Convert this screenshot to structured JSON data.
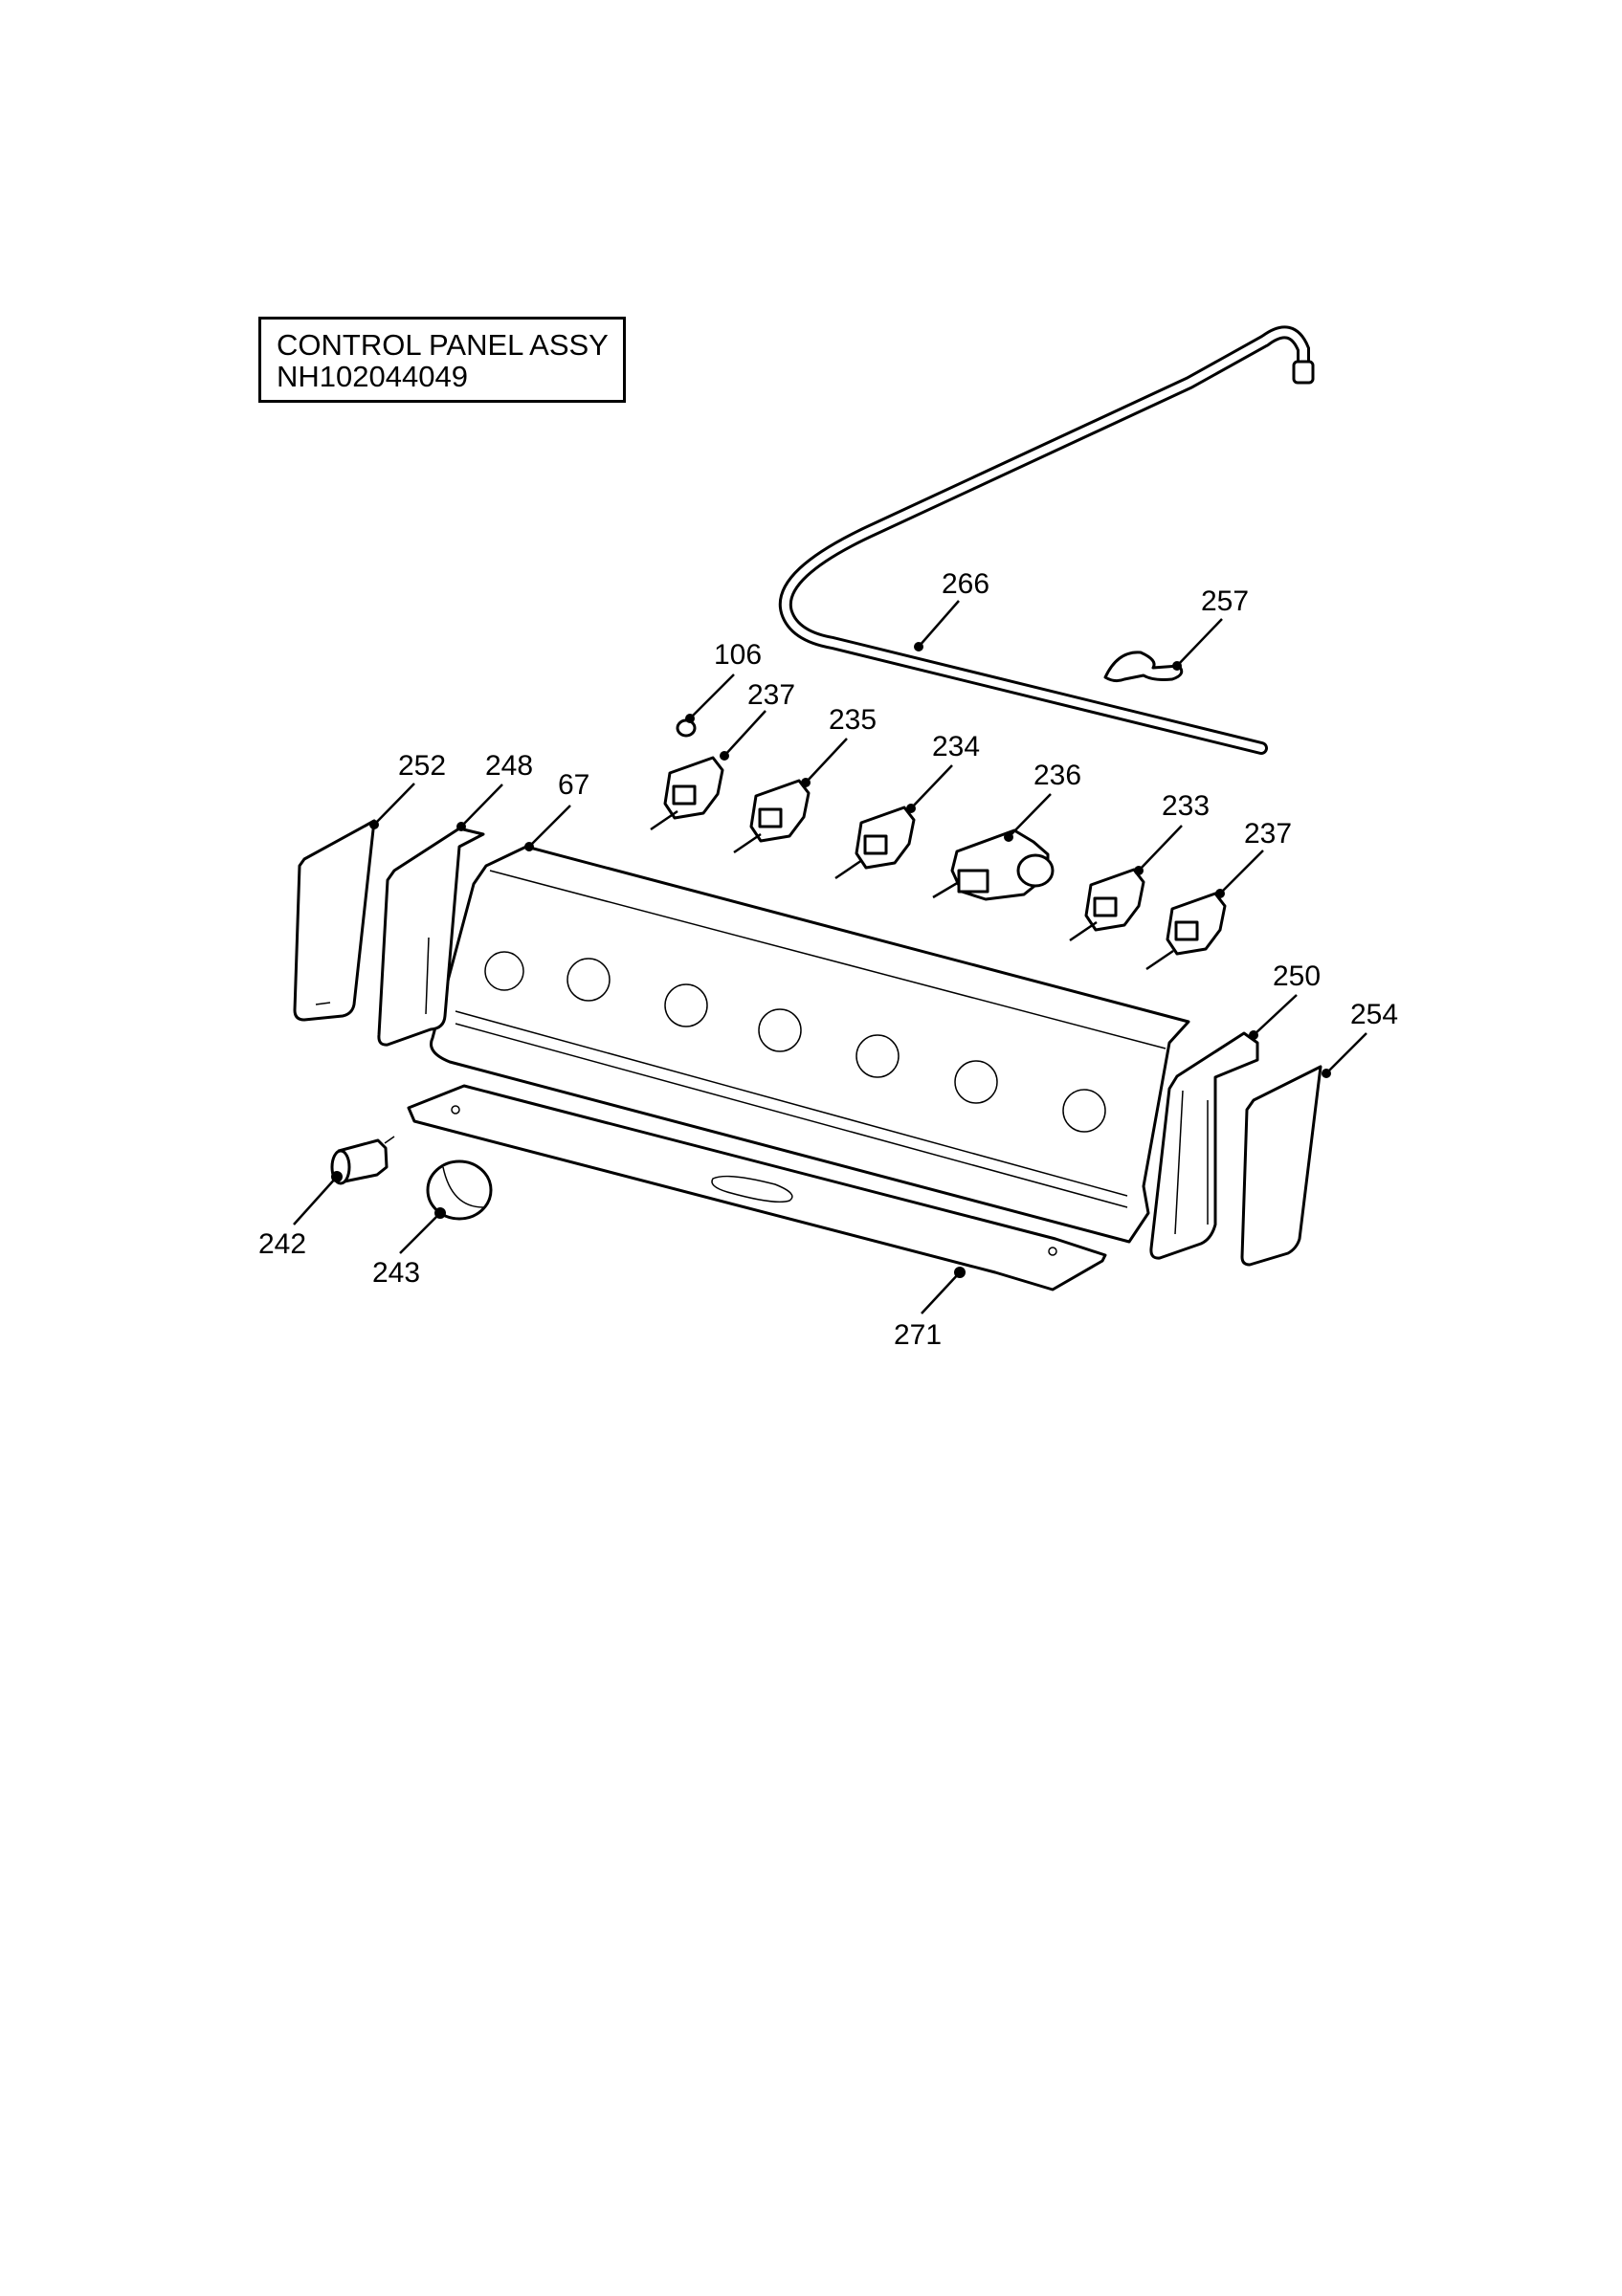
{
  "title": {
    "line1": "CONTROL PANEL ASSY",
    "line2": "NH102044049"
  },
  "callouts": [
    {
      "id": "c-266",
      "label": "266"
    },
    {
      "id": "c-257",
      "label": "257"
    },
    {
      "id": "c-106",
      "label": "106"
    },
    {
      "id": "c-237a",
      "label": "237"
    },
    {
      "id": "c-235",
      "label": "235"
    },
    {
      "id": "c-234",
      "label": "234"
    },
    {
      "id": "c-236",
      "label": "236"
    },
    {
      "id": "c-233",
      "label": "233"
    },
    {
      "id": "c-237b",
      "label": "237"
    },
    {
      "id": "c-252",
      "label": "252"
    },
    {
      "id": "c-248",
      "label": "248"
    },
    {
      "id": "c-67",
      "label": "67"
    },
    {
      "id": "c-250",
      "label": "250"
    },
    {
      "id": "c-254",
      "label": "254"
    },
    {
      "id": "c-242",
      "label": "242"
    },
    {
      "id": "c-243",
      "label": "243"
    },
    {
      "id": "c-271",
      "label": "271"
    }
  ]
}
